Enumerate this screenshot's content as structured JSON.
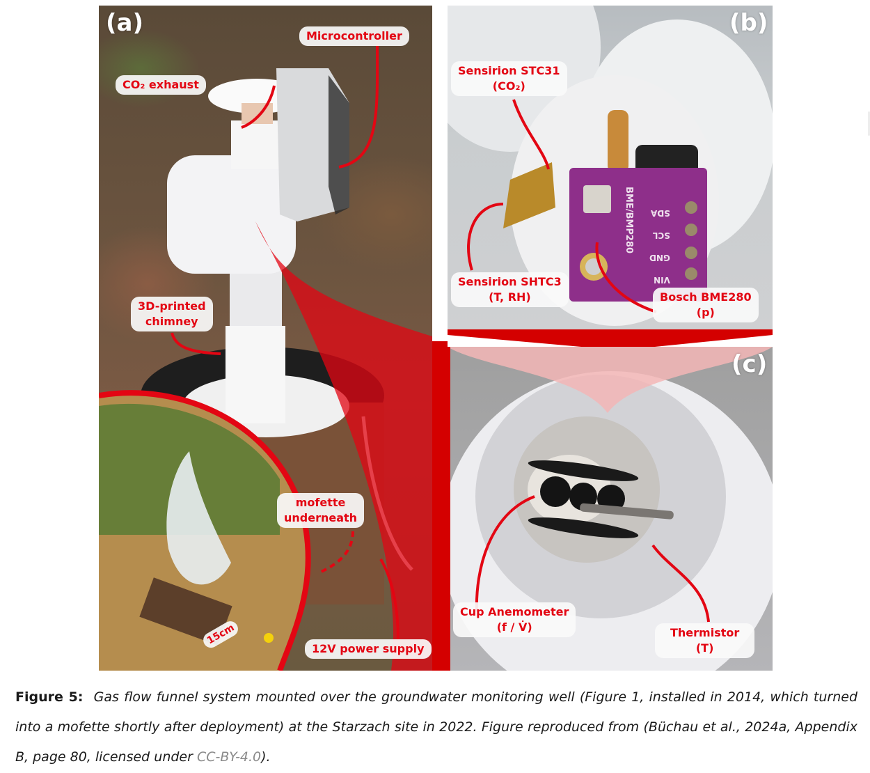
{
  "figure": {
    "panels": {
      "a": {
        "letter": "(a)",
        "callouts": {
          "microcontroller": "Microcontroller",
          "co2_exhaust": "CO₂ exhaust",
          "chimney_line1": "3D-printed",
          "chimney_line2": "chimney",
          "mofette_line1": "mofette",
          "mofette_line2": "underneath",
          "power": "12V power supply",
          "scale": "15cm"
        }
      },
      "b": {
        "letter": "(b)",
        "callouts": {
          "stc31_line1": "Sensirion STC31",
          "stc31_line2": "(CO₂)",
          "shtc3_line1": "Sensirion SHTC3",
          "shtc3_line2": "(T, RH)",
          "bme280_line1": "Bosch BME280",
          "bme280_line2": "(p)"
        },
        "pcb_labels": [
          "SDA",
          "SCL",
          "GND",
          "VIN"
        ],
        "pcb_chip_label": "BME/BMP280"
      },
      "c": {
        "letter": "(c)",
        "callouts": {
          "anemometer_line1": "Cup Anemometer",
          "anemometer_line2": "(f / V̇)",
          "thermistor_line1": "Thermistor",
          "thermistor_line2": "(T)"
        }
      }
    },
    "accent_color": "#e30613",
    "caption": {
      "label": "Figure 5:",
      "text": "Gas flow funnel system mounted over the groundwater monitoring well (Figure 1, installed in 2014, which turned into a mofette shortly after deployment) at the Starzach site in 2022. Figure reproduced from (Büchau et al., 2024a, Appendix B, page 80, licensed under ",
      "license_link": "CC-BY-4.0",
      "closing": ")."
    }
  }
}
